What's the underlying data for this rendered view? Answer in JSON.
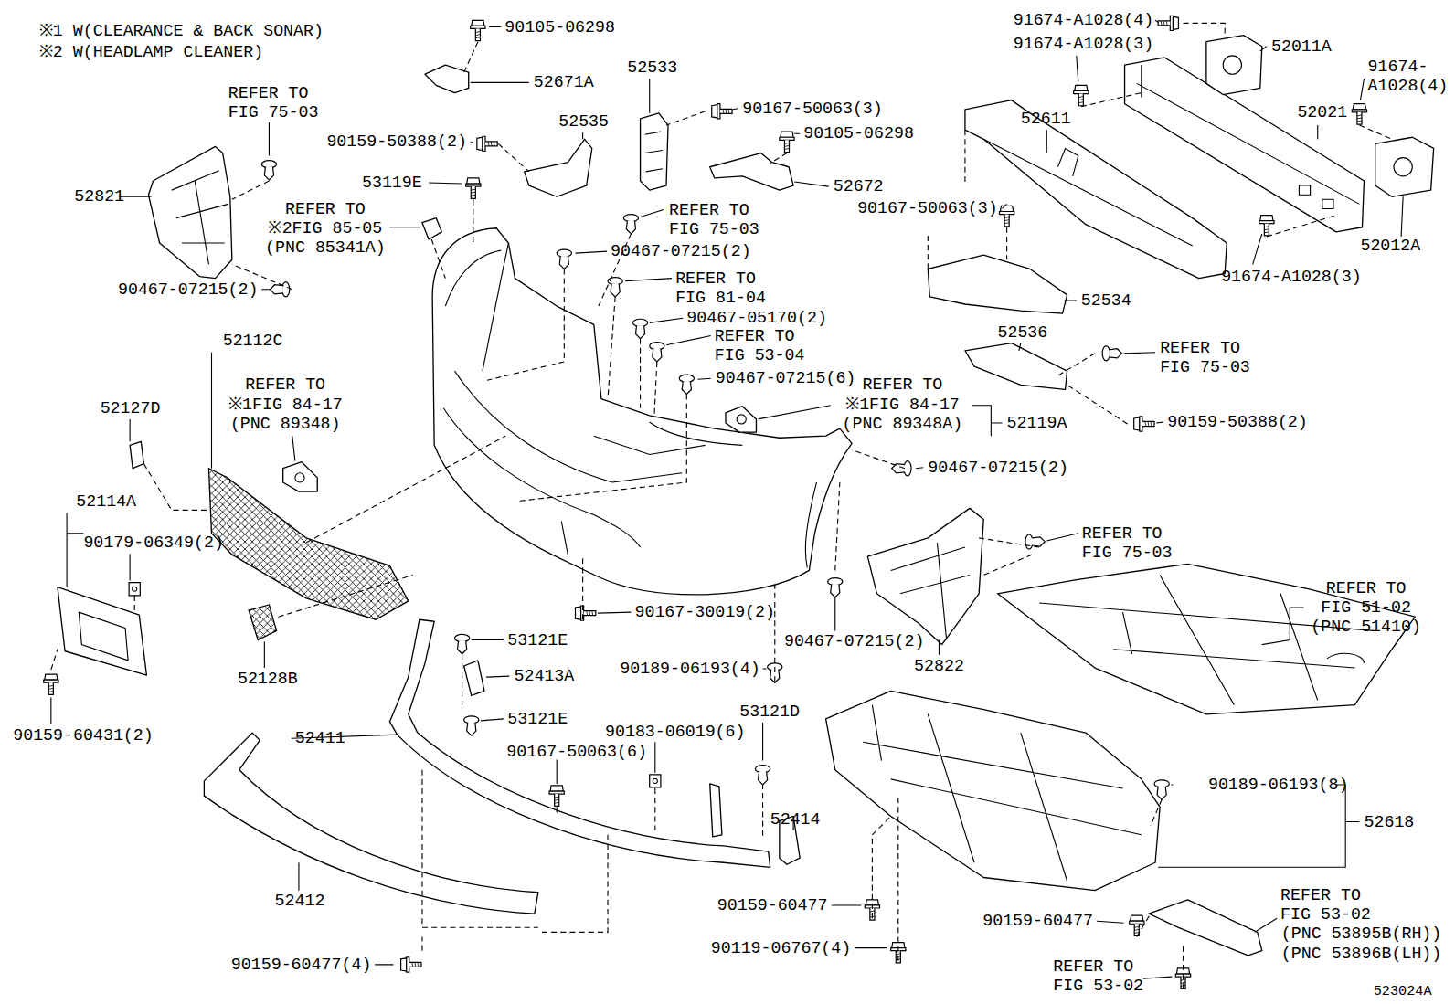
{
  "diagram": {
    "labels": [
      "※1 W(CLEARANCE & BACK SONAR)",
      "※2 W(HEADLAMP CLEANER)",
      "90105-06298",
      "52671A",
      "REFER TO FIG 75-03",
      "52533",
      "52535",
      "90167-50063(3)",
      "90159-50388(2)",
      "90105-06298",
      "52821",
      "53119E",
      "52672",
      "REFER TO ※2FIG 85-05 (PNC 85341A)",
      "REFER TO FIG 75-03",
      "90467-07215(2)",
      "90467-07215(2)",
      "REFER TO FIG 81-04",
      "90467-05170(2)",
      "REFER TO FIG 53-04",
      "90467-07215(6)",
      "REFER TO ※1FIG 84-17 (PNC 89348A)",
      "52119A",
      "90467-07215(2)",
      "52112C",
      "REFER TO ※1FIG 84-17 (PNC 89348)",
      "52127D",
      "52114A",
      "90179-06349(2)",
      "90159-60431(2)",
      "52128B",
      "52411",
      "52412",
      "90159-60477(4)",
      "53121E",
      "52413A",
      "53121E",
      "90167-50063(6)",
      "90183-06019(6)",
      "53121D",
      "90167-30019(2)",
      "90189-06193(4)",
      "52414",
      "90159-60477",
      "90119-06767(4)",
      "90467-07215(2)",
      "52822",
      "REFER TO FIG 75-03",
      "REFER TO FIG 51-02 (PNC 51410)",
      "90189-06193(8)",
      "52618",
      "90159-60477",
      "REFER TO FIG 53-02",
      "(PNC 53895B(RH)) (PNC 53896B(LH))",
      "REFER TO FIG 53-02",
      "523024A",
      "91674-A1028(4)",
      "91674-A1028(3)",
      "52011A",
      "91674-A1028(4)",
      "52611",
      "52021",
      "90167-50063(3)",
      "52012A",
      "91674-A1028(3)",
      "52534",
      "52536",
      "REFER TO FIG 75-03",
      "90159-50388(2)"
    ]
  }
}
